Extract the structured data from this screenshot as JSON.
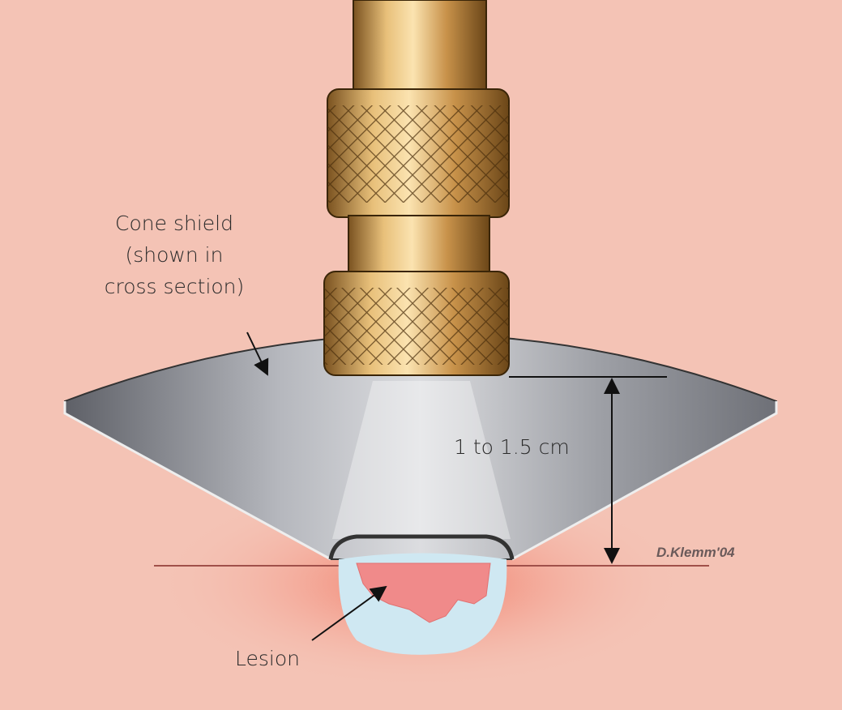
{
  "labels": {
    "cone_shield": [
      "Cone shield",
      "(shown in",
      "cross section)"
    ],
    "distance": "1 to 1.5 cm",
    "lesion": "Lesion"
  },
  "signature": "D.Klemm'04",
  "colors": {
    "background": "#f4c3b5",
    "gold": "#d9a55a",
    "steel": "#9a9ca3",
    "lesion": "#f08a8a",
    "fluid": "#cfe8f2"
  }
}
